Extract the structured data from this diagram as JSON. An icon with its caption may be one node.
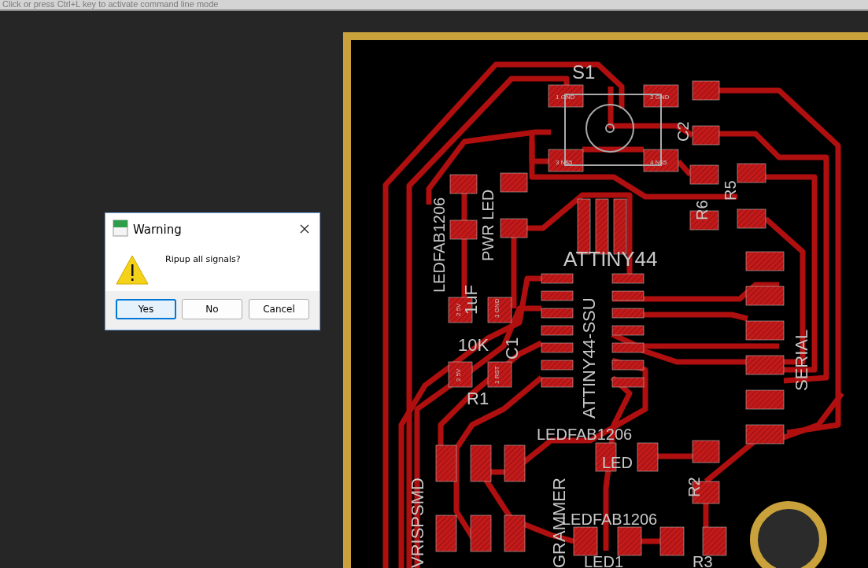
{
  "diagram": {
    "nodes": [
      {
        "text": [
          "Warning",
          "Ripup all signals?"
        ]
      },
      {
        "text": [
          "Yes"
        ],
        "in": 0
      },
      {
        "text": [
          "No"
        ],
        "in": 0
      },
      {
        "text": [
          "Cancel"
        ],
        "in": 0
      }
    ],
    "labels": [
      "Click or press Ctrl+L key to activate command line mode",
      "S1",
      "1 GND",
      "2 GND",
      "C2",
      "3 N$5",
      "4 N$5",
      "R5",
      "R6",
      "LEDFAB1206",
      "PWR LED",
      "ATTINY44",
      "1uF",
      "2 5V",
      "1 GND",
      "C1",
      "10K",
      "2 5V",
      "1 RST",
      "R1",
      "ATTINY44-SSU",
      "SERIAL",
      "LEDFAB1206",
      "LED",
      "R2",
      "VRISPSMD",
      "GRAMMER",
      "LEDFAB1206",
      "LED1",
      "R3"
    ]
  }
}
